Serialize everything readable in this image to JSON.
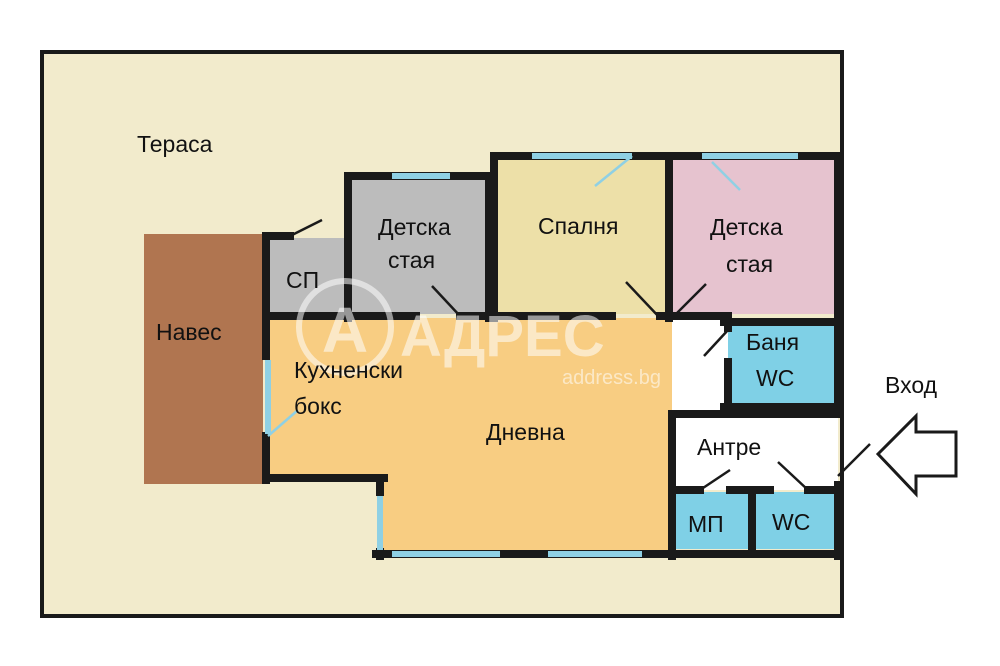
{
  "colors": {
    "terrace": "#f2ebcc",
    "canopy": "#b07550",
    "grey_room": "#bcbcbc",
    "bedroom": "#ede0a8",
    "pink_room": "#e6c3cf",
    "living": "#f8cd82",
    "blue_room": "#7fd0e6",
    "window": "#8fd0e4",
    "wall": "#1a1a1a"
  },
  "rooms": {
    "terrace": "Тераса",
    "canopy": "Навес",
    "storage": "СП",
    "kids_room_1": [
      "Детска",
      "стая"
    ],
    "bedroom": "Спалня",
    "kids_room_2": [
      "Детска",
      "стая"
    ],
    "bathroom": [
      "Баня",
      "WC"
    ],
    "kitchen": [
      "Кухненски",
      "бокс"
    ],
    "living_room": "Дневна",
    "hall": "Антре",
    "pantry": "МП",
    "wc": "WC"
  },
  "entrance": {
    "label": "Вход",
    "icon": "arrow-left-outline-icon"
  },
  "watermark": {
    "logo_letter": "A",
    "brand": "АДРЕС",
    "site": "address.bg"
  }
}
